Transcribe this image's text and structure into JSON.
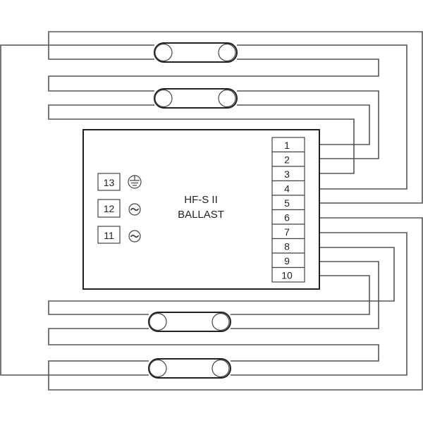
{
  "ballast": {
    "title_line1": "HF-S II",
    "title_line2": "BALLAST"
  },
  "terminals": [
    "1",
    "2",
    "3",
    "4",
    "5",
    "6",
    "7",
    "8",
    "9",
    "10"
  ],
  "supply_terminals": [
    {
      "label": "13",
      "symbol": "earth-ground-icon"
    },
    {
      "label": "12",
      "symbol": "ac-supply-icon"
    },
    {
      "label": "11",
      "symbol": "ac-supply-icon"
    }
  ],
  "lamps": 4
}
